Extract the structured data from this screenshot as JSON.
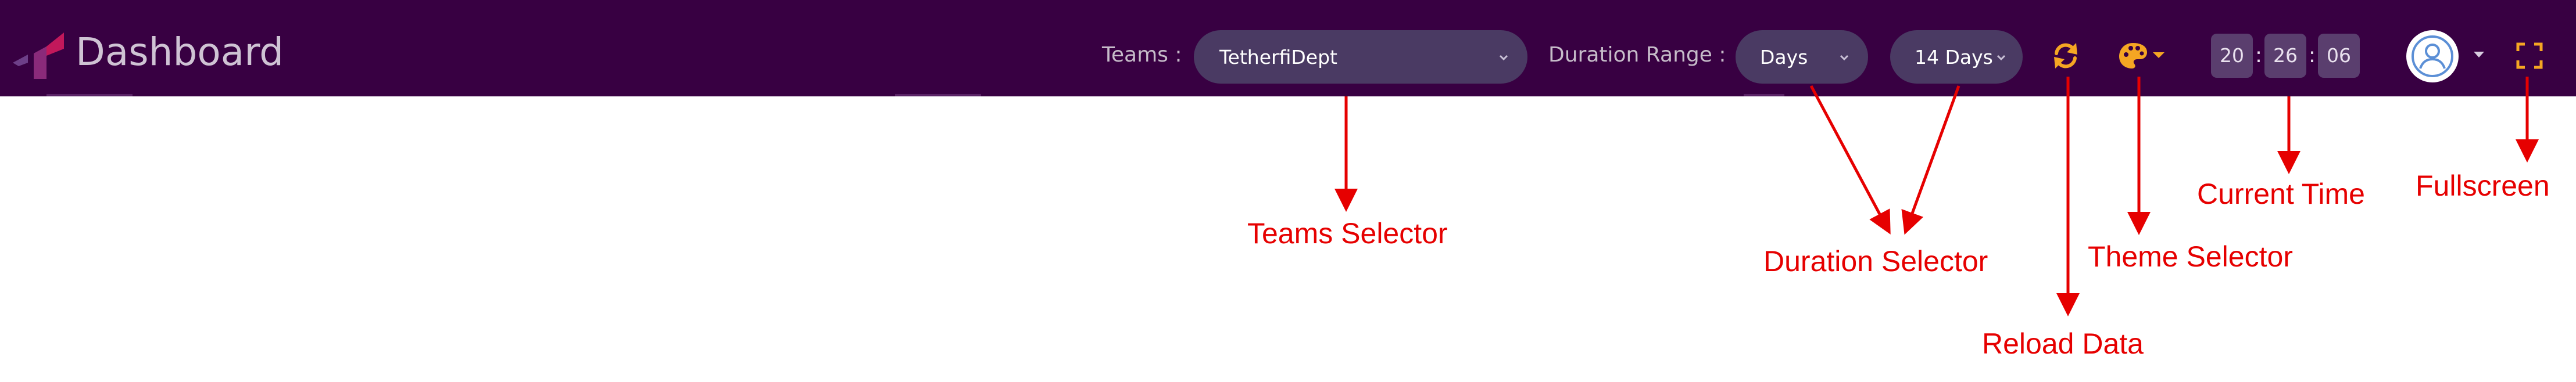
{
  "header": {
    "title": "Dashboard",
    "background_color": "#380042",
    "accent_color": "#f5a623"
  },
  "filters": {
    "teams_label": "Teams :",
    "teams_value": "TetherfiDept",
    "duration_label": "Duration Range :",
    "duration_unit_value": "Days",
    "duration_amount_value": "14 Days"
  },
  "toolbar": {
    "reload_icon": "refresh-icon",
    "theme_icon": "palette-icon",
    "fullscreen_icon": "fullscreen-icon"
  },
  "clock": {
    "hours": "20",
    "minutes": "26",
    "seconds": "06",
    "separator": ":"
  },
  "user": {
    "avatar_icon": "user-avatar-icon"
  },
  "annotations": {
    "teams_selector": "Teams Selector",
    "duration_selector": "Duration Selector",
    "reload_data": "Reload Data",
    "theme_selector": "Theme Selector",
    "current_time": "Current Time",
    "fullscreen": "Fullscreen",
    "color": "#e60000"
  }
}
